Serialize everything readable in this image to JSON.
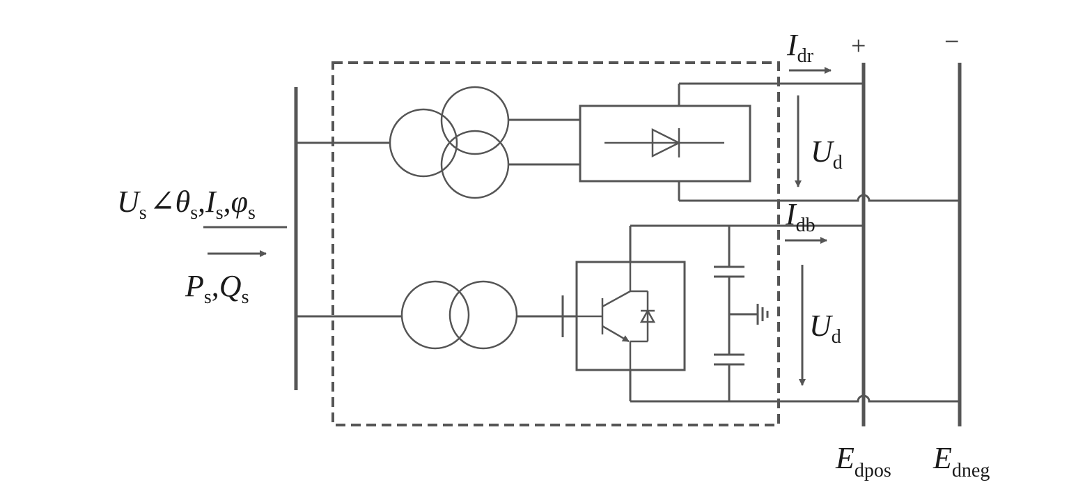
{
  "labels": {
    "ac_side": {
      "U": "U",
      "U_sub": "s",
      "angle": "∠",
      "theta": "θ",
      "theta_sub": "s",
      "comma1": ",",
      "I": "I",
      "I_sub": "s",
      "comma2": ",",
      "phi": "φ",
      "phi_sub": "s"
    },
    "power": {
      "P": "P",
      "P_sub": "s",
      "comma": ",",
      "Q": "Q",
      "Q_sub": "s"
    },
    "idr": {
      "main": "I",
      "sub": "dr"
    },
    "idb": {
      "main": "I",
      "sub": "db"
    },
    "ud_top": {
      "main": "U",
      "sub": "d"
    },
    "ud_bottom": {
      "main": "U",
      "sub": "d"
    },
    "plus": "+",
    "minus": "−",
    "edpos": {
      "main": "E",
      "sub": "dpos"
    },
    "edneg": {
      "main": "E",
      "sub": "dneg"
    }
  },
  "colors": {
    "line": "#555555",
    "text": "#1a1a1a"
  }
}
